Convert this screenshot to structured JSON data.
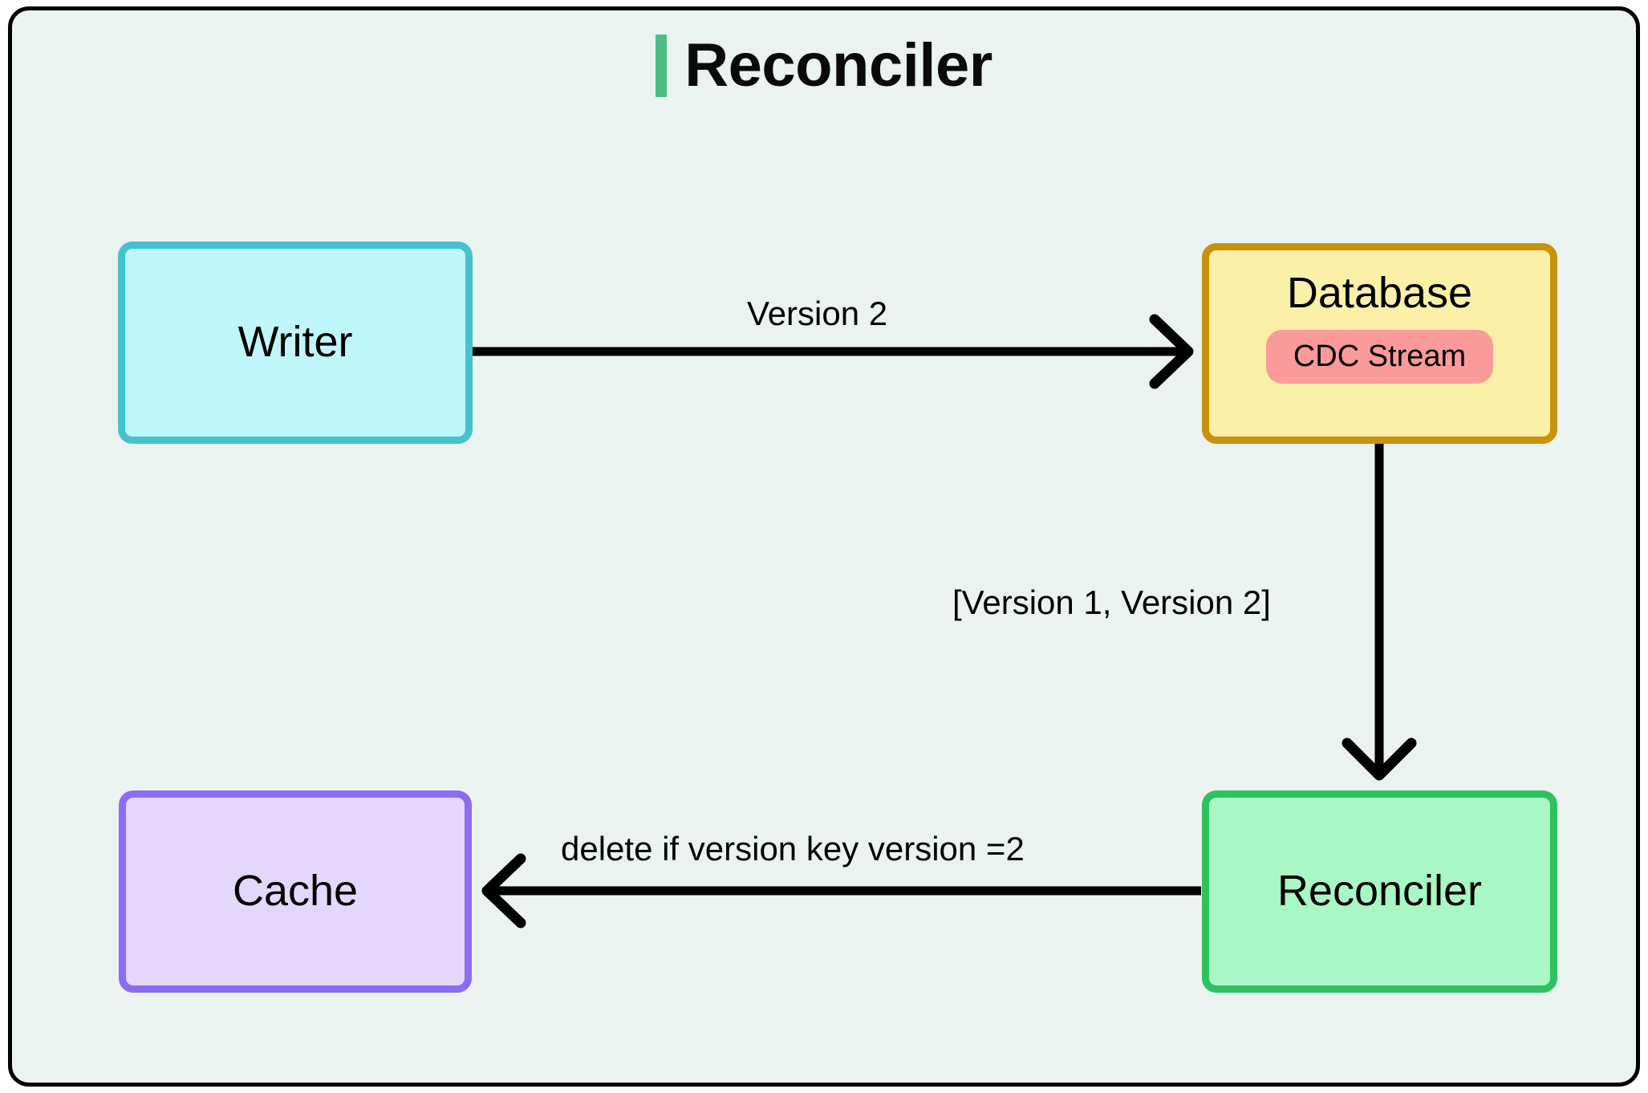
{
  "diagram": {
    "title": "Reconciler",
    "accent_color": "#4FBE83",
    "background_color": "#EAF3F0",
    "border_color": "#000000",
    "nodes": [
      {
        "id": "writer",
        "label": "Writer",
        "fill": "#BFF6FA",
        "stroke": "#44C3CE"
      },
      {
        "id": "database",
        "label": "Database",
        "badge": "CDC Stream",
        "badge_fill": "#FB9A9A",
        "fill": "#FBF0A8",
        "stroke": "#C8920F"
      },
      {
        "id": "cache",
        "label": "Cache",
        "fill": "#E3D8FB",
        "stroke": "#8B6DF5"
      },
      {
        "id": "reconciler",
        "label": "Reconciler",
        "fill": "#A8F7C4",
        "stroke": "#2DC25E"
      }
    ],
    "edges": [
      {
        "id": "writer-to-database",
        "from": "writer",
        "to": "database",
        "label": "Version 2",
        "direction": "right"
      },
      {
        "id": "database-to-reconciler",
        "from": "database",
        "to": "reconciler",
        "label": "[Version 1, Version 2]",
        "direction": "down"
      },
      {
        "id": "reconciler-to-cache",
        "from": "reconciler",
        "to": "cache",
        "label": "delete if version key version =2",
        "direction": "left"
      }
    ]
  }
}
